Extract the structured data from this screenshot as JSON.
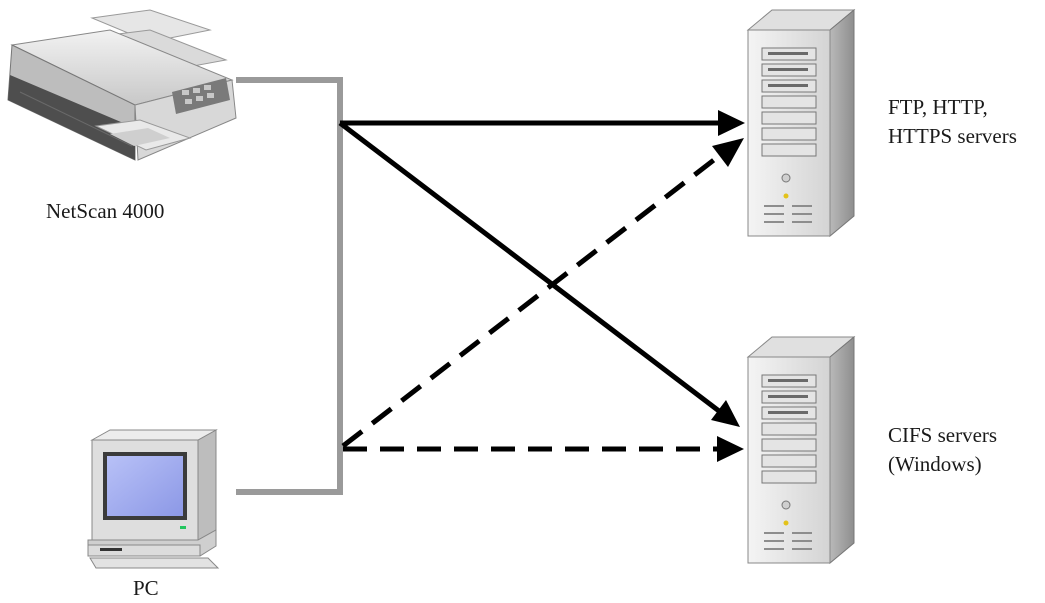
{
  "devices": {
    "scanner": {
      "label": "NetScan 4000",
      "icon": "scanner-icon"
    },
    "pc": {
      "label": "PC",
      "icon": "computer-icon"
    }
  },
  "servers": {
    "web": {
      "label_lines": [
        "FTP, HTTP,",
        "HTTPS servers"
      ],
      "icon": "server-tower-icon"
    },
    "cifs": {
      "label_lines": [
        "CIFS servers",
        "(Windows)"
      ],
      "icon": "server-tower-icon"
    }
  },
  "connections": [
    {
      "from": "NetScan 4000",
      "to": "FTP, HTTP, HTTPS servers",
      "style": "solid"
    },
    {
      "from": "NetScan 4000",
      "to": "CIFS servers (Windows)",
      "style": "solid"
    },
    {
      "from": "PC",
      "to": "FTP, HTTP, HTTPS servers",
      "style": "dashed"
    },
    {
      "from": "PC",
      "to": "CIFS servers (Windows)",
      "style": "dashed"
    }
  ],
  "colors": {
    "connector": "#9a9a9a",
    "arrow": "#000000",
    "screen": "#9aa6ee",
    "case": "#e6e6e6"
  }
}
